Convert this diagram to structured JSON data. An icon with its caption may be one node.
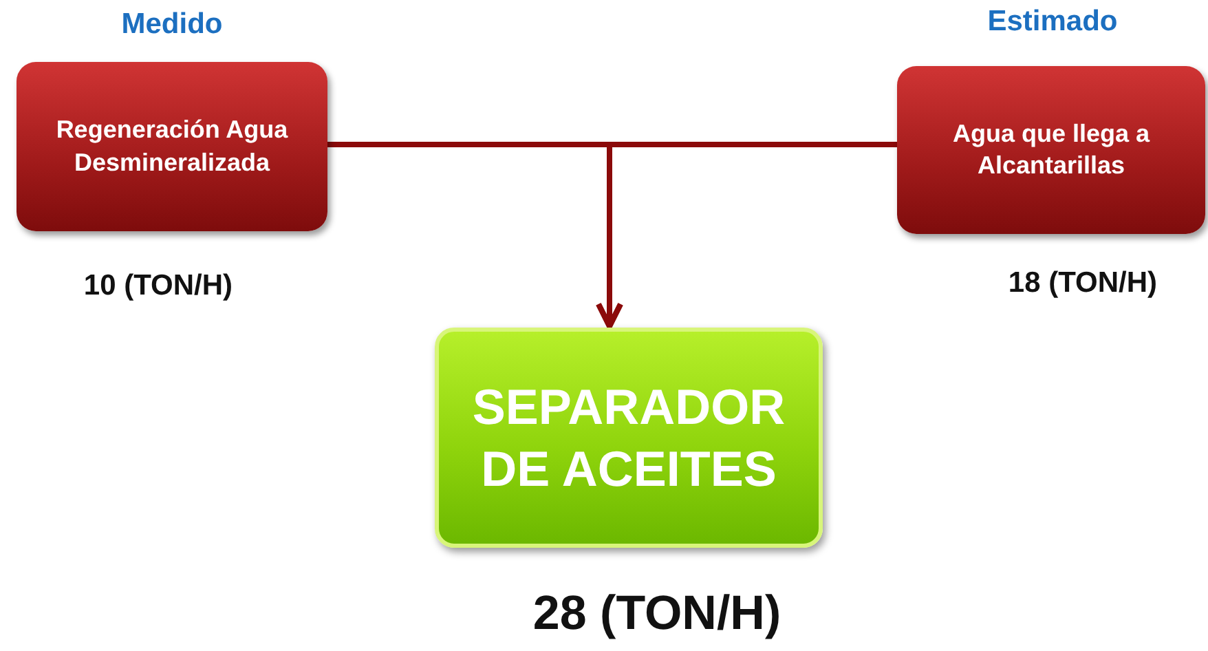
{
  "diagram": {
    "nodes": [
      {
        "text": [
          "Medido",
          "Regeneración Agua Desmineralizada"
        ],
        "beside": [
          "10 (TON/H)"
        ]
      },
      {
        "text": [
          "Estimado",
          "Agua que llega a Alcantarillas"
        ],
        "beside": [
          "18 (TON/H)"
        ]
      },
      {
        "text": [
          "SEPARADOR DE ACEITES"
        ],
        "beside": [
          "28 (TON/H)"
        ]
      }
    ],
    "edges": [
      {
        "from": 0,
        "to": 2,
        "arrow": "to"
      },
      {
        "from": 1,
        "to": 2,
        "arrow": "to"
      }
    ]
  }
}
